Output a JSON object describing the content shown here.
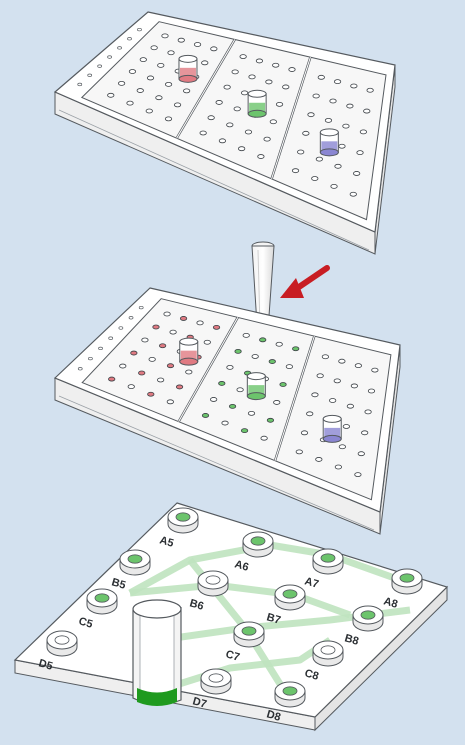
{
  "colors": {
    "background": "#d3e1ef",
    "outline": "#555a5f",
    "plate_fill": "#ffffff",
    "red_sample": "#e07a82",
    "green_sample": "#6cc46c",
    "blue_sample": "#8a86d2",
    "arrow": "#c81d23",
    "channel": "#bfe3bf",
    "chip_outlet": "#1f9a1f"
  },
  "diagram": {
    "icons": {
      "top_plate": "microplate-icon",
      "middle_plate": "microplate-icon",
      "tip": "pipette-tip-icon",
      "arrow": "red-arrow-icon",
      "chip": "microfluidic-chip-icon"
    },
    "plates": [
      {
        "name": "reservoir-plate-top",
        "inserts": [
          {
            "name": "red-vial",
            "color": "red_sample"
          },
          {
            "name": "green-vial",
            "color": "green_sample"
          },
          {
            "name": "blue-vial",
            "color": "blue_sample"
          }
        ]
      },
      {
        "name": "reservoir-plate-middle",
        "inserts": [
          {
            "name": "red-vial",
            "color": "red_sample"
          },
          {
            "name": "green-vial",
            "color": "green_sample"
          },
          {
            "name": "blue-vial",
            "color": "blue_sample"
          }
        ]
      }
    ],
    "chip_wells": [
      {
        "label": "A5",
        "filled": true
      },
      {
        "label": "A6",
        "filled": true
      },
      {
        "label": "A7",
        "filled": true
      },
      {
        "label": "A8",
        "filled": true
      },
      {
        "label": "B5",
        "filled": true
      },
      {
        "label": "B6",
        "filled": false
      },
      {
        "label": "B7",
        "filled": true
      },
      {
        "label": "B8",
        "filled": true
      },
      {
        "label": "C5",
        "filled": true
      },
      {
        "label": "C7",
        "filled": true
      },
      {
        "label": "C8",
        "filled": false
      },
      {
        "label": "D5",
        "filled": false
      },
      {
        "label": "D7",
        "filled": false
      },
      {
        "label": "D8",
        "filled": true
      }
    ]
  }
}
